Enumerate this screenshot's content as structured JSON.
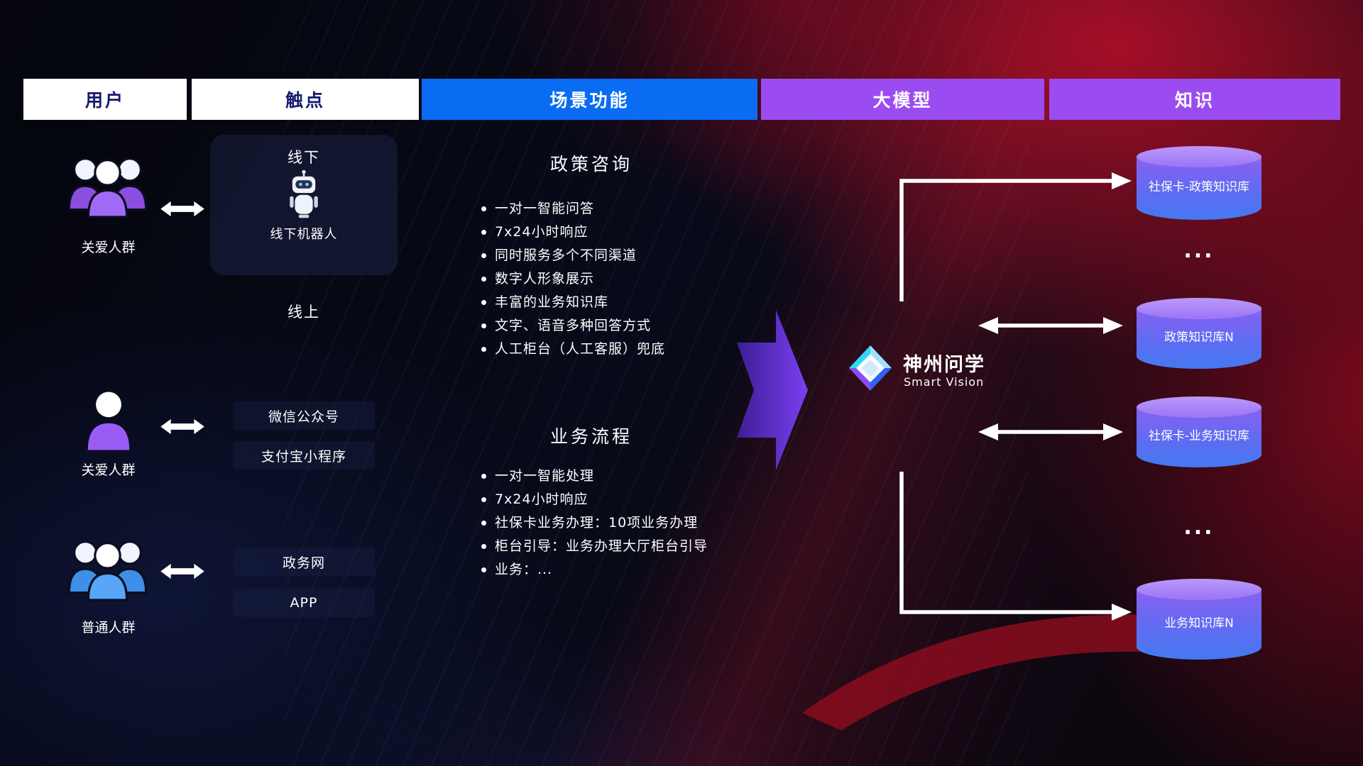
{
  "colors": {
    "header_text_dark": "#141a6e",
    "header_blue": "#0a6cf2",
    "header_purple": "#9b4cf0",
    "user_purple": "#9b5cf6",
    "user_blue": "#4d9df5",
    "cylinder_top": "#bb99fa",
    "cylinder_body_top": "#8a60f2",
    "cylinder_body_bottom": "#4479f0",
    "connector_arrow": "#ffffff",
    "flow_arrow_gradient": [
      "#3c1d96",
      "#7a3ff0"
    ]
  },
  "icons": {
    "people_group": "people-group-icon",
    "person": "person-icon",
    "robot": "robot-icon",
    "double_arrow": "double-arrow-icon",
    "flow_arrow": "flow-arrow-icon",
    "brand_diamond": "brand-diamond-icon",
    "database_cylinder": "database-cylinder"
  },
  "header": {
    "columns": [
      {
        "label": "用户"
      },
      {
        "label": "触点"
      },
      {
        "label": "场景功能"
      },
      {
        "label": "大模型"
      },
      {
        "label": "知识"
      }
    ]
  },
  "users": [
    {
      "label": "关爱人群"
    },
    {
      "label": "关爱人群"
    },
    {
      "label": "普通人群"
    }
  ],
  "touchpoints": {
    "offline_title": "线下",
    "offline_robot_label": "线下机器人",
    "online_title": "线上",
    "channels": [
      "微信公众号",
      "支付宝小程序",
      "政务网",
      "APP"
    ]
  },
  "scenes": {
    "policy": {
      "title": "政策咨询",
      "items": [
        "一对一智能问答",
        "7x24小时响应",
        "同时服务多个不同渠道",
        "数字人形象展示",
        "丰富的业务知识库",
        "文字、语音多种回答方式",
        "人工柜台（人工客服）兜底"
      ]
    },
    "business": {
      "title": "业务流程",
      "items": [
        "一对一智能处理",
        "7x24小时响应",
        "社保卡业务办理：10项业务办理",
        "柜台引导：业务办理大厅柜台引导",
        "业务：..."
      ]
    }
  },
  "model": {
    "name": "神州问学",
    "subtitle": "Smart Vision"
  },
  "knowledge": {
    "ellipsis": "...",
    "items": [
      {
        "label": "社保卡-政策知识库"
      },
      {
        "label": "政策知识库N"
      },
      {
        "label": "社保卡-业务知识库"
      },
      {
        "label": "业务知识库N"
      }
    ]
  }
}
